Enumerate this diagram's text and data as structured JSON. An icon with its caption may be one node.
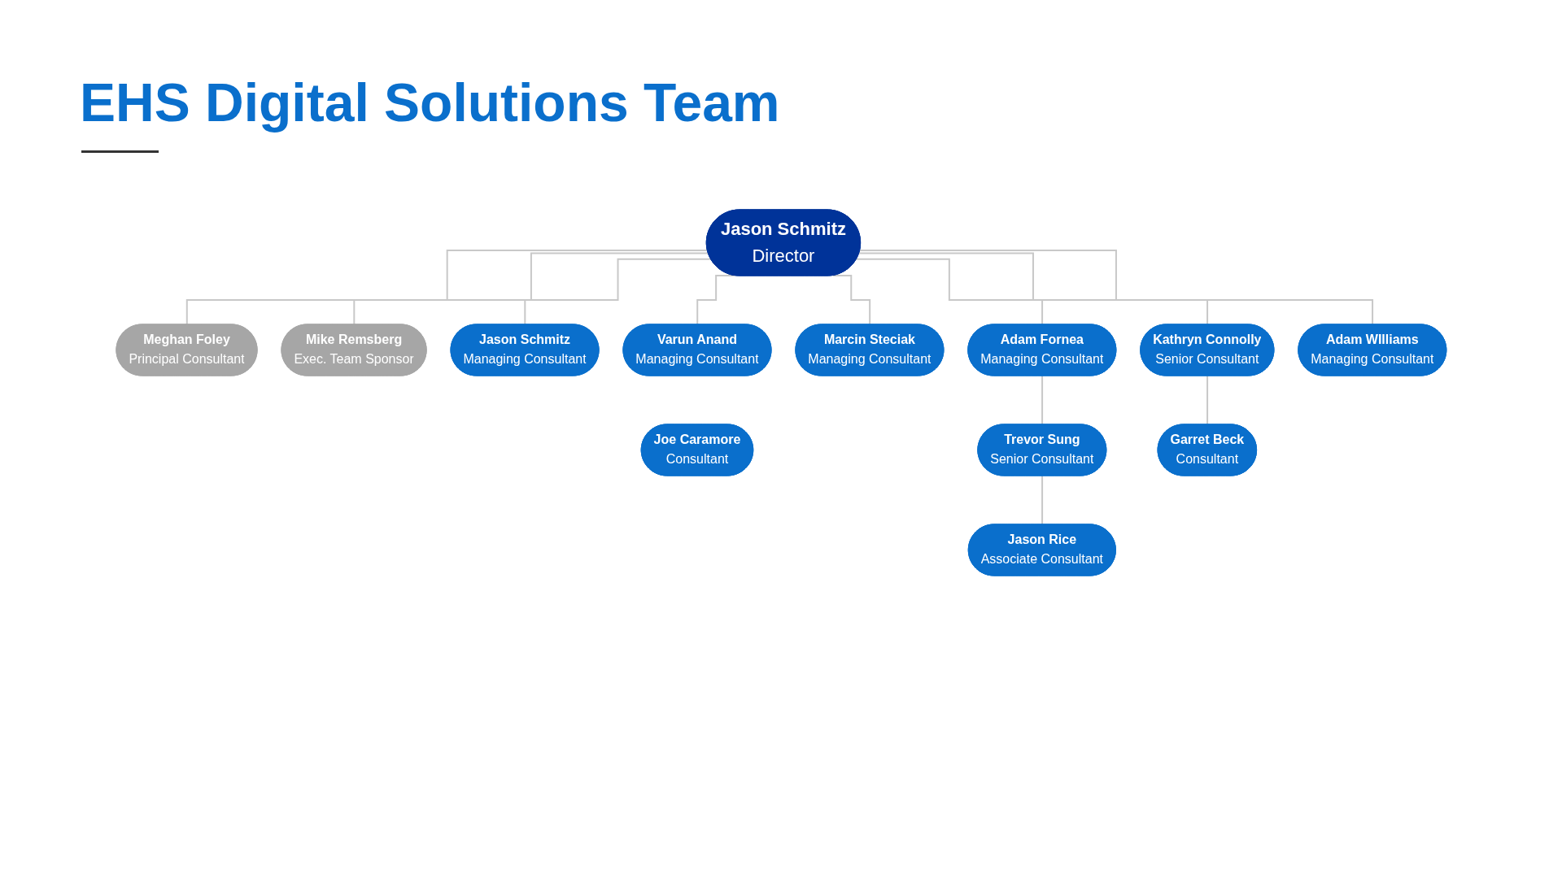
{
  "diagram": {
    "title": "EHS Digital Solutions Team",
    "nodes": [
      {
        "text": [
          "Jason Schmitz",
          "Director"
        ]
      },
      {
        "text": [
          "Meghan Foley",
          "Principal Consultant"
        ]
      },
      {
        "text": [
          "Mike Remsberg",
          "Exec. Team Sponsor"
        ]
      },
      {
        "text": [
          "Jason Schmitz",
          "Managing Consultant"
        ]
      },
      {
        "text": [
          "Varun Anand",
          "Managing Consultant"
        ]
      },
      {
        "text": [
          "Joe Caramore",
          "Consultant"
        ]
      },
      {
        "text": [
          "Marcin Steciak",
          "Managing Consultant"
        ]
      },
      {
        "text": [
          "Adam Fornea",
          "Managing Consultant"
        ]
      },
      {
        "text": [
          "Trevor Sung",
          "Senior Consultant"
        ]
      },
      {
        "text": [
          "Jason Rice",
          "Associate Consultant"
        ]
      },
      {
        "text": [
          "Kathryn Connolly",
          "Senior Consultant"
        ]
      },
      {
        "text": [
          "Garret Beck",
          "Consultant"
        ]
      },
      {
        "text": [
          "Adam WIlliams",
          "Managing Consultant"
        ]
      }
    ],
    "edges": [
      {
        "from": 0,
        "to": 1,
        "arrow": "none"
      },
      {
        "from": 0,
        "to": 2,
        "arrow": "none"
      },
      {
        "from": 0,
        "to": 3,
        "arrow": "none"
      },
      {
        "from": 0,
        "to": 4,
        "arrow": "none"
      },
      {
        "from": 0,
        "to": 6,
        "arrow": "none"
      },
      {
        "from": 0,
        "to": 7,
        "arrow": "none"
      },
      {
        "from": 0,
        "to": 10,
        "arrow": "none"
      },
      {
        "from": 0,
        "to": 12,
        "arrow": "none"
      },
      {
        "from": 7,
        "to": 8,
        "arrow": "none"
      },
      {
        "from": 8,
        "to": 9,
        "arrow": "none"
      },
      {
        "from": 10,
        "to": 11,
        "arrow": "none"
      }
    ]
  }
}
